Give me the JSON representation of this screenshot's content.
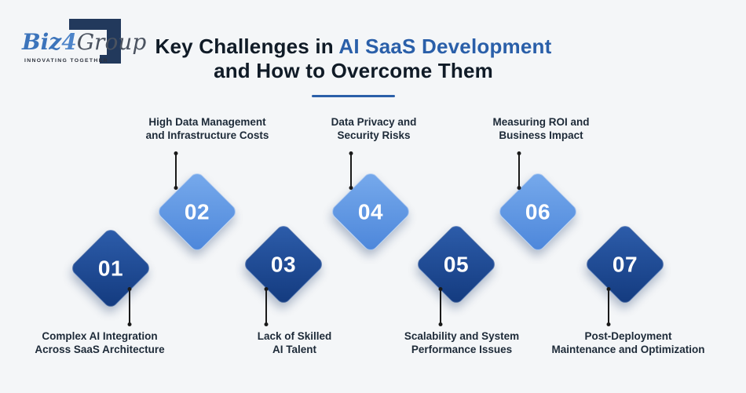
{
  "logo": {
    "brand": {
      "part1": "Biz",
      "part2": "4",
      "part3": "Group"
    },
    "tagline": "INNOVATING TOGETHER"
  },
  "title": {
    "prefix": "Key Challenges in ",
    "highlight": "AI SaaS Development",
    "line2": "and How to Overcome Them"
  },
  "colors": {
    "background": "#f4f6f8",
    "title_text": "#101b27",
    "accent_blue": "#2a5fa9",
    "dark_diamond_start": "#2d5dab",
    "dark_diamond_end": "#133a7e",
    "light_diamond_start": "#77aaec",
    "light_diamond_end": "#4c86da",
    "label_text": "#1d2a38",
    "connector": "#1a1a1a",
    "logo_mark": "#22395c"
  },
  "challenges": [
    {
      "number": "01",
      "lines": [
        "Complex AI Integration",
        "Across SaaS Architecture"
      ]
    },
    {
      "number": "02",
      "lines": [
        "High Data Management",
        "and Infrastructure Costs"
      ]
    },
    {
      "number": "03",
      "lines": [
        "Lack of Skilled",
        "AI Talent"
      ]
    },
    {
      "number": "04",
      "lines": [
        "Data Privacy and",
        "Security Risks"
      ]
    },
    {
      "number": "05",
      "lines": [
        "Scalability and System",
        "Performance Issues"
      ]
    },
    {
      "number": "06",
      "lines": [
        "Measuring ROI and",
        "Business Impact"
      ]
    },
    {
      "number": "07",
      "lines": [
        "Post-Deployment",
        "Maintenance and Optimization"
      ]
    }
  ]
}
